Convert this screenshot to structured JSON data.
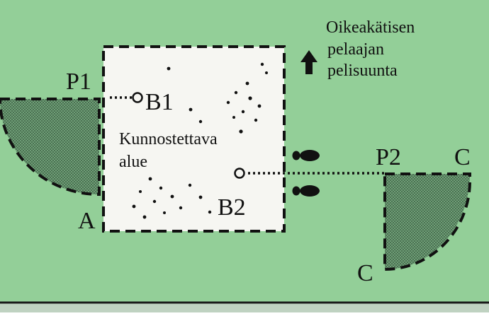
{
  "diagram": {
    "direction_text": {
      "line1": "Oikeakätisen",
      "line2": "pelaajan",
      "line3": "pelisuunta"
    },
    "area_label": {
      "line1": "Kunnostettava",
      "line2": "alue"
    },
    "labels": {
      "p1": "P1",
      "p2": "P2",
      "b1": "B1",
      "b2": "B2",
      "a": "A",
      "c_top": "C",
      "c_bottom": "C"
    },
    "colors": {
      "grass": "#93cf98",
      "area": "#f6f6f2",
      "quadrant_fill": "#5d8f66",
      "ink": "#111111",
      "bottom_band": "#bfd2c1"
    },
    "icons": {
      "direction_arrow": "arrow-up-icon",
      "footprints": "footprints-icon"
    }
  }
}
